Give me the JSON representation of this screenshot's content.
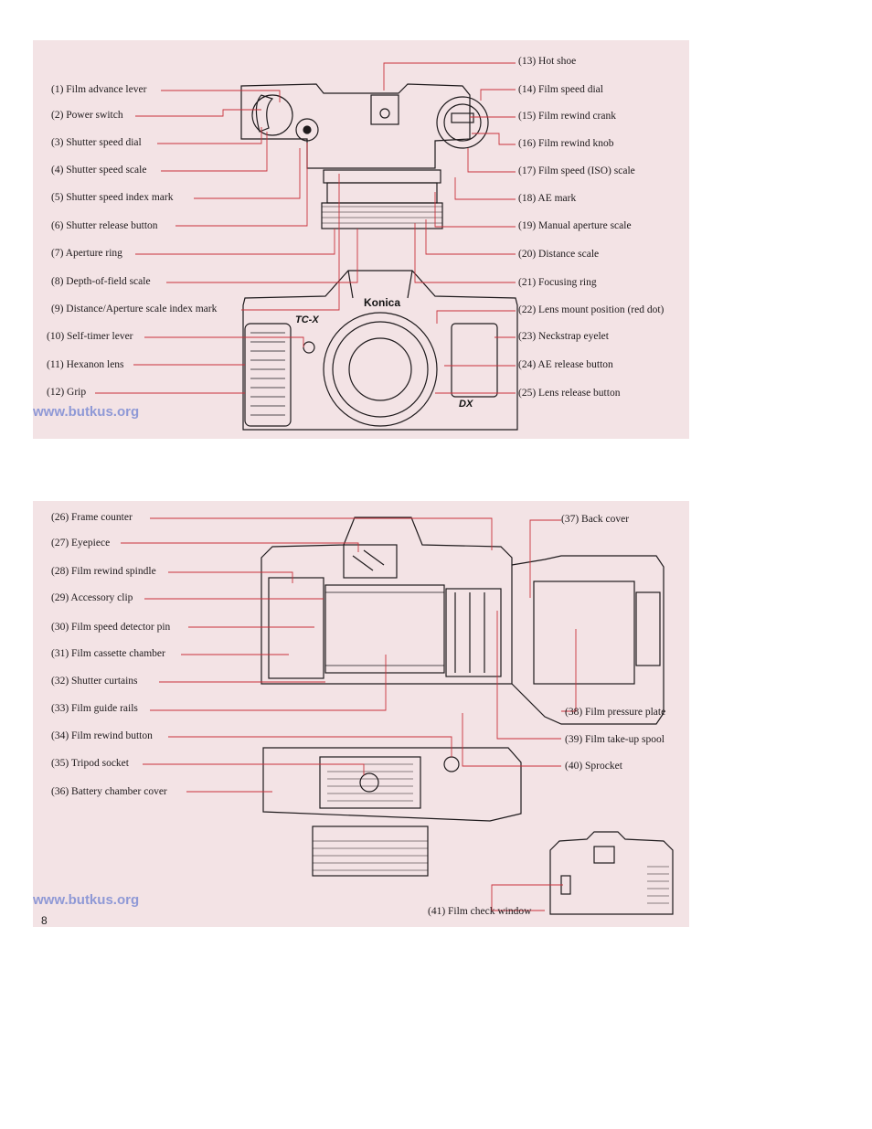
{
  "panel_top": {
    "left_labels": [
      "(1) Film advance lever",
      "(2) Power switch",
      "(3) Shutter speed dial",
      "(4) Shutter speed scale",
      "(5) Shutter speed index mark",
      "(6) Shutter release button",
      "(7) Aperture ring",
      "(8) Depth-of-field scale",
      "(9) Distance/Aperture scale index mark",
      "(10) Self-timer lever",
      "(11) Hexanon lens",
      "(12) Grip"
    ],
    "right_labels": [
      "(13) Hot shoe",
      "(14) Film speed dial",
      "(15) Film rewind crank",
      "(16) Film rewind knob",
      "(17) Film speed (ISO) scale",
      "(18) AE mark",
      "(19) Manual aperture scale",
      "(20) Distance scale",
      "(21) Focusing ring",
      "(22) Lens mount position (red dot)",
      "(23) Neckstrap eyelet",
      "(24) AE release button",
      "(25) Lens release button"
    ],
    "camera_brand": "Konica",
    "model_mark": "TC-X",
    "dx_mark": "DX",
    "watermark": "www.butkus.org"
  },
  "panel_bottom": {
    "left_labels": [
      "(26) Frame counter",
      "(27) Eyepiece",
      "(28) Film rewind spindle",
      "(29) Accessory clip",
      "(30) Film speed detector pin",
      "(31) Film cassette chamber",
      "(32) Shutter curtains",
      "(33) Film guide rails",
      "(34) Film rewind button",
      "(35) Tripod socket",
      "(36) Battery chamber cover"
    ],
    "right_labels": [
      "(37) Back cover",
      "(38) Film pressure plate",
      "(39) Film take-up spool",
      "(40) Sprocket",
      "(41) Film check window"
    ],
    "watermark": "www.butkus.org",
    "page_number": "8"
  },
  "colors": {
    "paper": "#f3e3e5",
    "leader_line": "#c8323c",
    "ink": "#1e1a1c",
    "watermark": "#8f99d6"
  }
}
